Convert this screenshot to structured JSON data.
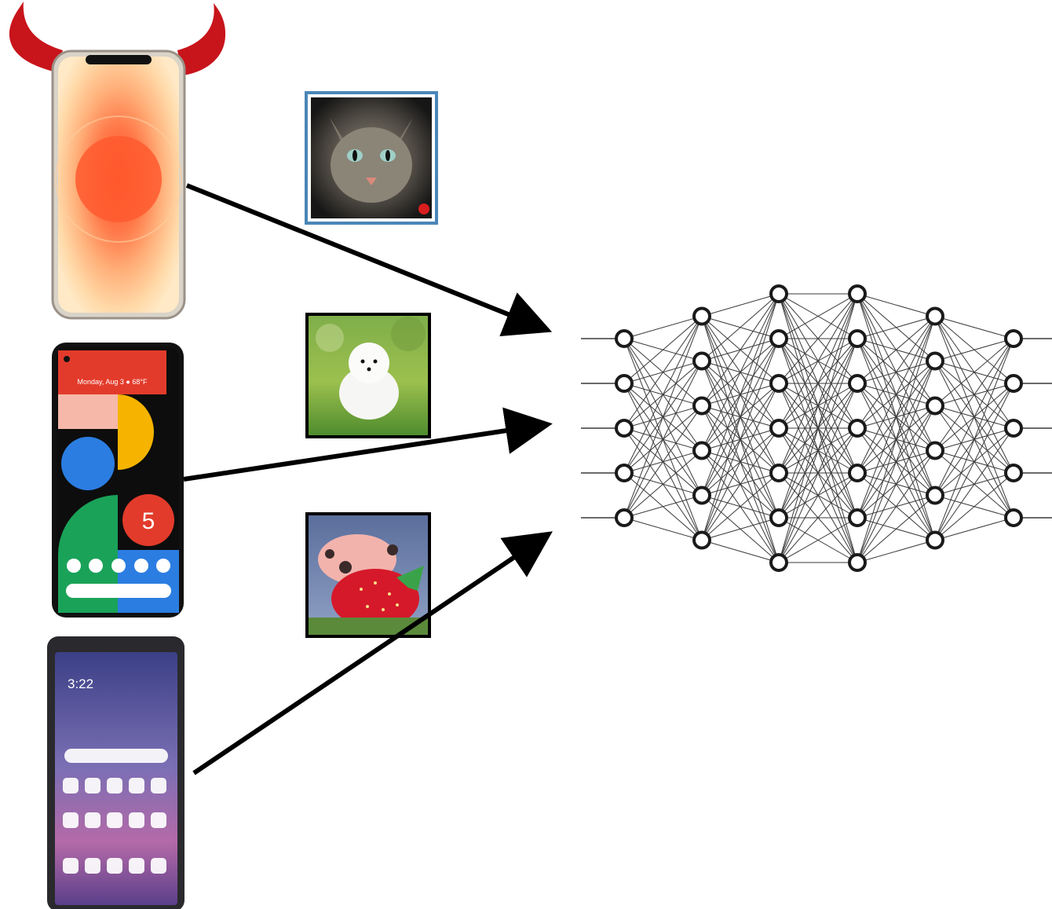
{
  "phones": [
    {
      "name": "iPhone (malicious, with devil horns)",
      "role": "attacker"
    },
    {
      "name": "Pixel 5",
      "date_text": "Monday, Aug 3",
      "weather_text": "68°F",
      "badge": "5"
    },
    {
      "name": "Android phone",
      "clock": "3:22"
    }
  ],
  "inputs": [
    {
      "subject": "cat",
      "has_apple_badge": true
    },
    {
      "subject": "white puppy"
    },
    {
      "subject": "piglet on strawberry"
    }
  ],
  "network": {
    "layers": [
      5,
      6,
      7,
      7,
      6,
      5
    ]
  },
  "colors": {
    "arrow": "#000000",
    "horns": "#c8141b",
    "node_stroke": "#1a1a1a",
    "edge": "#3a3a3a",
    "cat_frame": "#4a86b8"
  }
}
